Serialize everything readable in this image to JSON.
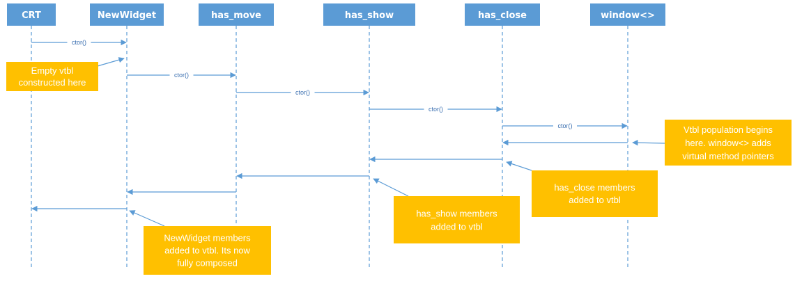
{
  "participants": [
    {
      "id": "crt",
      "label": "CRT"
    },
    {
      "id": "newwidget",
      "label": "NewWidget"
    },
    {
      "id": "has_move",
      "label": "has_move"
    },
    {
      "id": "has_show",
      "label": "has_show"
    },
    {
      "id": "has_close",
      "label": "has_close"
    },
    {
      "id": "window",
      "label": "window<>"
    }
  ],
  "messages": [
    {
      "from": "crt",
      "to": "newwidget",
      "label": "ctor()"
    },
    {
      "from": "newwidget",
      "to": "has_move",
      "label": "ctor()"
    },
    {
      "from": "has_move",
      "to": "has_show",
      "label": "ctor()"
    },
    {
      "from": "has_show",
      "to": "has_close",
      "label": "ctor()"
    },
    {
      "from": "has_close",
      "to": "window",
      "label": "ctor()"
    },
    {
      "from": "window",
      "to": "has_close",
      "label": ""
    },
    {
      "from": "has_close",
      "to": "has_show",
      "label": ""
    },
    {
      "from": "has_show",
      "to": "has_move",
      "label": ""
    },
    {
      "from": "has_move",
      "to": "newwidget",
      "label": ""
    },
    {
      "from": "newwidget",
      "to": "crt",
      "label": ""
    }
  ],
  "notes": [
    {
      "id": "empty-vtbl",
      "lines": [
        "Empty vtbl",
        "constructed here"
      ]
    },
    {
      "id": "vtbl-population",
      "lines": [
        "Vtbl population begins",
        "here. window<> adds",
        "virtual method pointers"
      ]
    },
    {
      "id": "has-close-members",
      "lines": [
        "has_close members",
        "added to vtbl"
      ]
    },
    {
      "id": "has-show-members",
      "lines": [
        "has_show members",
        "added to vtbl"
      ]
    },
    {
      "id": "newwidget-members",
      "lines": [
        "NewWidget members",
        "added to vtbl. Its now",
        "fully composed"
      ]
    }
  ],
  "colors": {
    "participant_fill": "#5b9bd5",
    "lifeline": "#5b9bd5",
    "message": "#5b9bd5",
    "note_fill": "#ffc000",
    "note_text": "#ffffff"
  }
}
